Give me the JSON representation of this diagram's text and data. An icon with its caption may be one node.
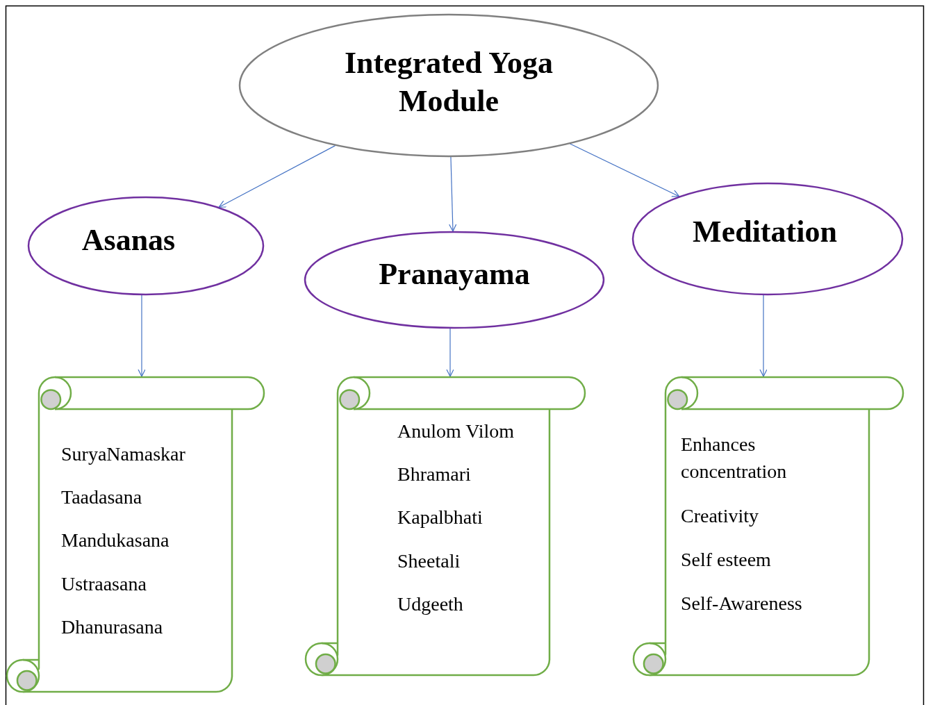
{
  "diagram": {
    "nodes": [
      {
        "text": [
          "Integrated Yoga Module"
        ]
      },
      {
        "text": [
          "Asanas"
        ]
      },
      {
        "text": [
          "Pranayama"
        ]
      },
      {
        "text": [
          "Meditation"
        ]
      },
      {
        "text": [
          "SuryaNamaskar",
          "Taadasana",
          "Mandukasana",
          "Ustraasana",
          "Dhanurasana"
        ]
      },
      {
        "text": [
          "Anulom Vilom",
          "Bhramari",
          "Kapalbhati",
          "Sheetali",
          "Udgeeth"
        ]
      },
      {
        "text": [
          "Enhances concentration",
          "Creativity",
          "Self esteem",
          "Self-Awareness"
        ]
      }
    ],
    "edges": [
      {
        "from": 0,
        "to": 1,
        "arrow": "to"
      },
      {
        "from": 0,
        "to": 2,
        "arrow": "to"
      },
      {
        "from": 0,
        "to": 3,
        "arrow": "to"
      },
      {
        "from": 1,
        "to": 4,
        "arrow": "to"
      },
      {
        "from": 2,
        "to": 5,
        "arrow": "to"
      },
      {
        "from": 3,
        "to": 6,
        "arrow": "to"
      }
    ]
  }
}
